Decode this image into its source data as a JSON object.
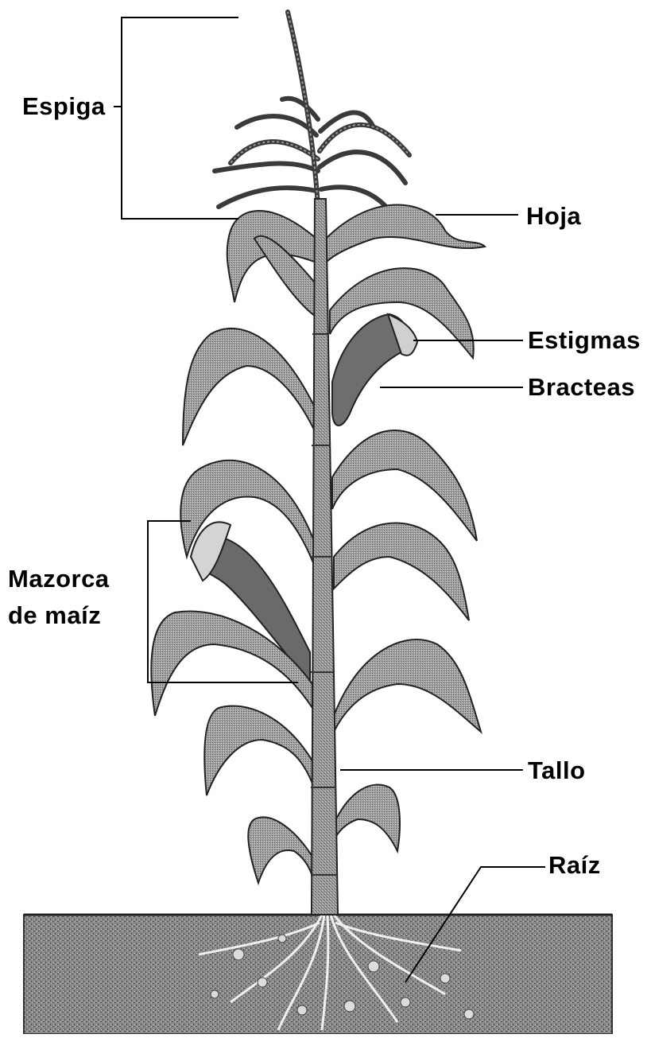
{
  "labels": {
    "espiga": "Espiga",
    "hoja": "Hoja",
    "estigmas": "Estigmas",
    "bracteas": "Bracteas",
    "mazorca_line1": "Mazorca",
    "mazorca_line2": "de maíz",
    "tallo": "Tallo",
    "raiz": "Raíz"
  },
  "colors": {
    "leaf_light": "#a8a8a8",
    "leaf_mid": "#7a7a7a",
    "leaf_dark": "#3a3a3a",
    "stalk": "#8c8c8c",
    "soil": "#8f8f8f",
    "line": "#000000"
  }
}
